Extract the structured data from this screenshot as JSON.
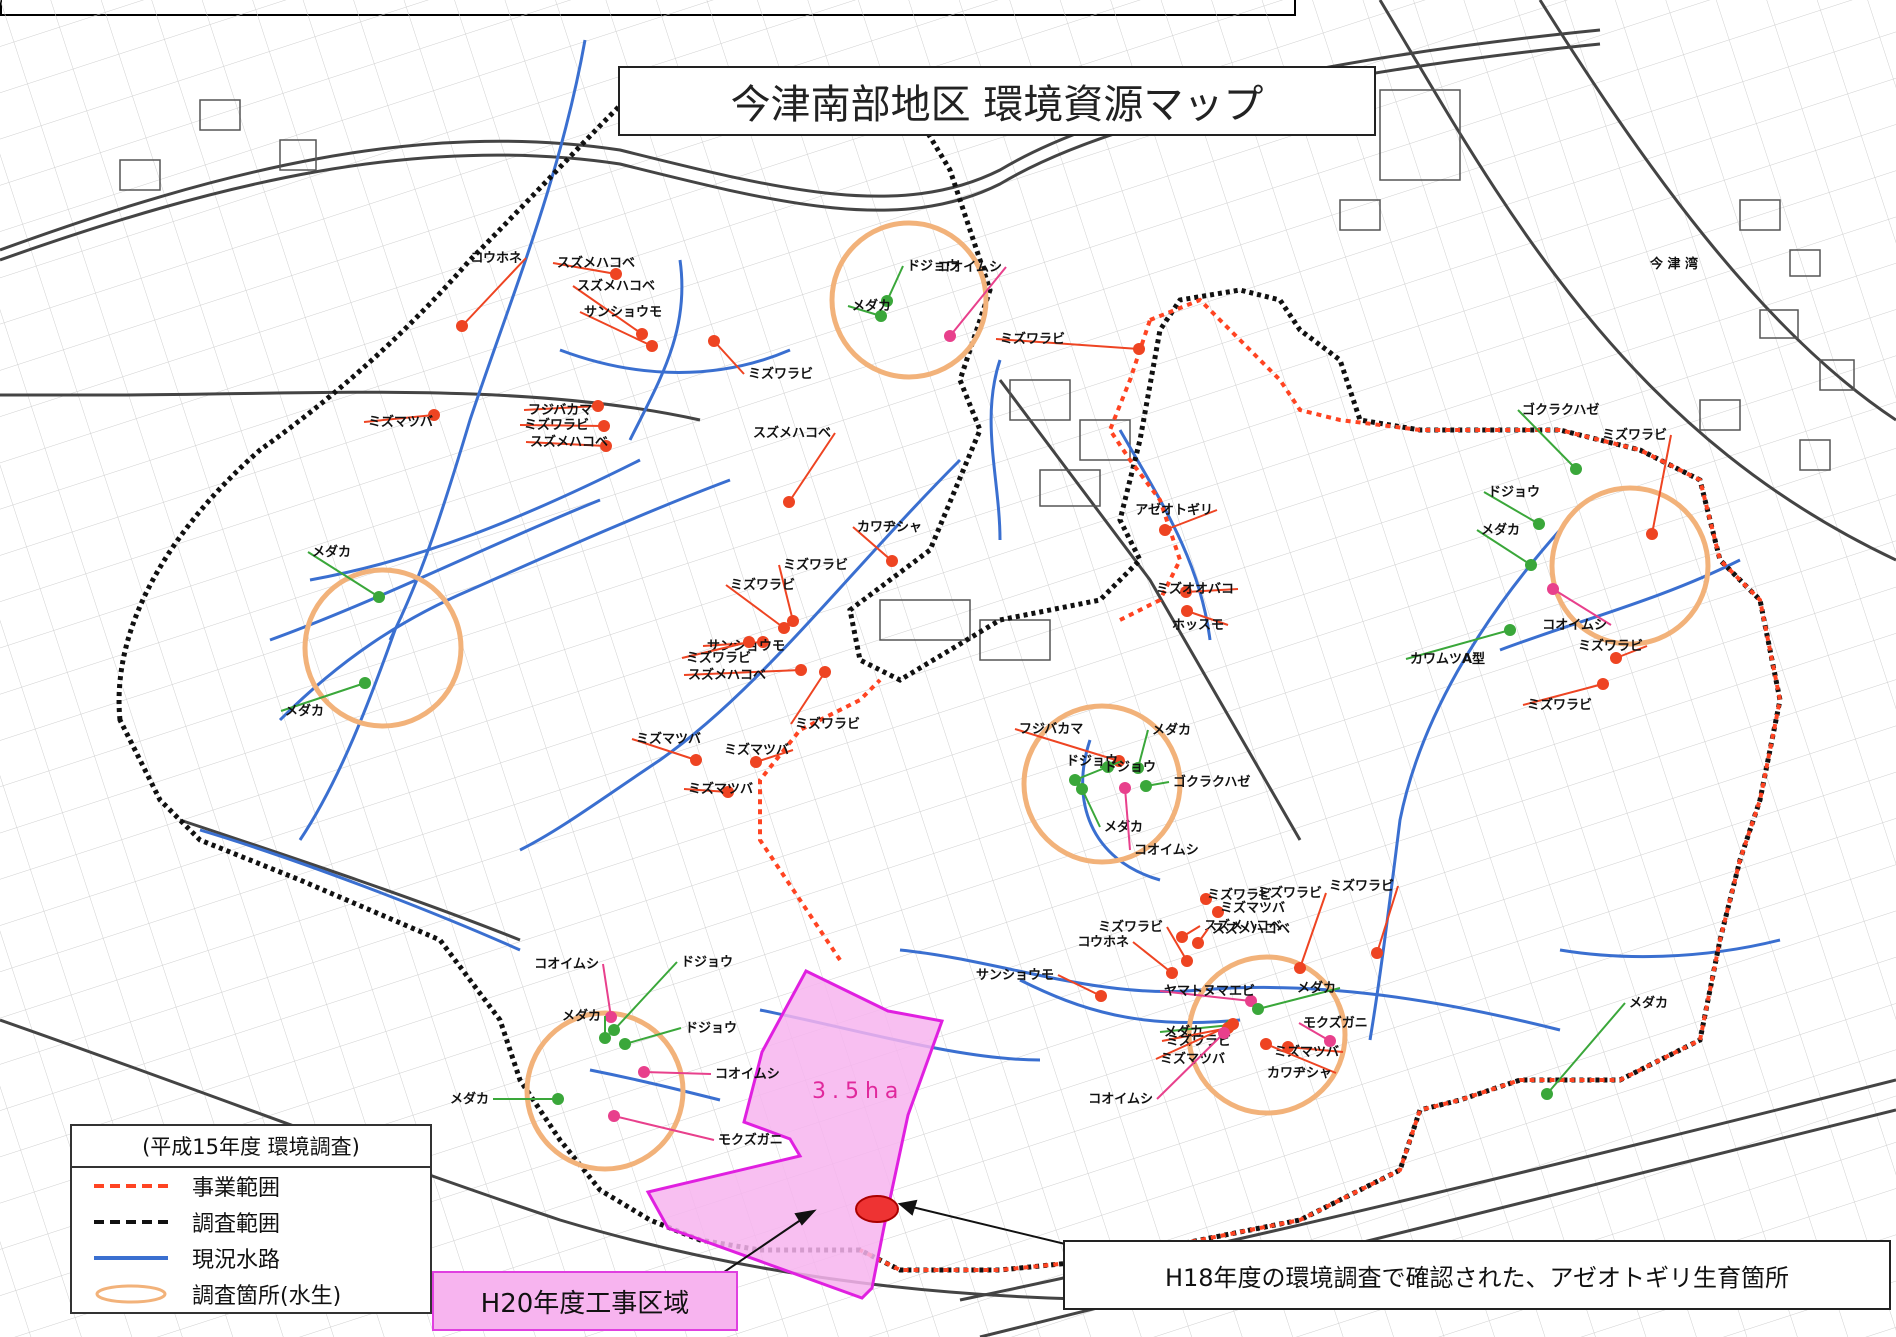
{
  "title": "今津南部地区 環境資源マップ",
  "legend": {
    "title": "(平成15年度 環境調査)",
    "items": [
      {
        "label": "事業範囲",
        "kind": "project",
        "color": "#ff4422"
      },
      {
        "label": "調査範囲",
        "kind": "survey",
        "color": "#111111"
      },
      {
        "label": "現況水路",
        "kind": "waterway",
        "color": "#3a6fd0"
      },
      {
        "label": "調査箇所(水生)",
        "kind": "site",
        "color": "#f2b27a"
      }
    ]
  },
  "area_label": "3.5ha",
  "h20_label": "H20年度工事区域",
  "h18_label": "H18年度の環境調査で確認された、アゼオトギリ生育箇所",
  "colors": {
    "plant": "#ee4422",
    "fish": "#3aa73a",
    "insect": "#e8408c",
    "site_ring": "#f2b27a"
  },
  "species": [
    {
      "name": "コウホネ",
      "type": "plant"
    },
    {
      "name": "スズメハコベ",
      "type": "plant"
    },
    {
      "name": "スズメハコベ",
      "type": "plant"
    },
    {
      "name": "サンショウモ",
      "type": "plant"
    },
    {
      "name": "ミズワラビ",
      "type": "plant"
    },
    {
      "name": "フジバカマ",
      "type": "plant"
    },
    {
      "name": "ミズワラビ",
      "type": "plant"
    },
    {
      "name": "スズメハコベ",
      "type": "plant"
    },
    {
      "name": "ミズマツバ",
      "type": "plant"
    },
    {
      "name": "ドジョウ",
      "type": "fish"
    },
    {
      "name": "メダカ",
      "type": "fish"
    },
    {
      "name": "コオイムシ",
      "type": "insect"
    },
    {
      "name": "ミズワラビ",
      "type": "plant"
    },
    {
      "name": "スズメハコベ",
      "type": "plant"
    },
    {
      "name": "カワヂシャ",
      "type": "plant"
    },
    {
      "name": "メダカ",
      "type": "fish"
    },
    {
      "name": "メダカ",
      "type": "fish"
    },
    {
      "name": "ミズワラビ",
      "type": "plant"
    },
    {
      "name": "ミズワラビ",
      "type": "plant"
    },
    {
      "name": "サンショウモ",
      "type": "plant"
    },
    {
      "name": "ミズワラビ",
      "type": "plant"
    },
    {
      "name": "スズメハコベ",
      "type": "plant"
    },
    {
      "name": "ミズマツバ",
      "type": "plant"
    },
    {
      "name": "ミズワラビ",
      "type": "plant"
    },
    {
      "name": "ミズマツバ",
      "type": "plant"
    },
    {
      "name": "ミズマツバ",
      "type": "plant"
    },
    {
      "name": "アゼオトギリ",
      "type": "plant"
    },
    {
      "name": "ミズオオバコ",
      "type": "plant"
    },
    {
      "name": "ホッスモ",
      "type": "plant"
    },
    {
      "name": "ゴクラクハゼ",
      "type": "fish"
    },
    {
      "name": "ミズワラビ",
      "type": "plant"
    },
    {
      "name": "ドジョウ",
      "type": "fish"
    },
    {
      "name": "メダカ",
      "type": "fish"
    },
    {
      "name": "コオイムシ",
      "type": "insect"
    },
    {
      "name": "ミズワラビ",
      "type": "plant"
    },
    {
      "name": "カワムツA型",
      "type": "fish"
    },
    {
      "name": "ミズワラビ",
      "type": "plant"
    },
    {
      "name": "フジバカマ",
      "type": "plant"
    },
    {
      "name": "メダカ",
      "type": "fish"
    },
    {
      "name": "ドジョウ",
      "type": "fish"
    },
    {
      "name": "ドジョウ",
      "type": "fish"
    },
    {
      "name": "ゴクラクハゼ",
      "type": "fish"
    },
    {
      "name": "メダカ",
      "type": "fish"
    },
    {
      "name": "コオイムシ",
      "type": "insect"
    },
    {
      "name": "ミズワラビ",
      "type": "plant"
    },
    {
      "name": "ミズマツバ",
      "type": "plant"
    },
    {
      "name": "スズメハコベ",
      "type": "plant"
    },
    {
      "name": "ミズワラビ",
      "type": "plant"
    },
    {
      "name": "ミズワラビ",
      "type": "plant"
    },
    {
      "name": "スズメハコベ",
      "type": "plant"
    },
    {
      "name": "コウホネ",
      "type": "plant"
    },
    {
      "name": "ミズワラビ",
      "type": "plant"
    },
    {
      "name": "サンショウモ",
      "type": "plant"
    },
    {
      "name": "ヤマトヌマエビ",
      "type": "insect"
    },
    {
      "name": "メダカ",
      "type": "fish"
    },
    {
      "name": "モクズガニ",
      "type": "insect"
    },
    {
      "name": "ミズワラビ",
      "type": "plant"
    },
    {
      "name": "ミズマツバ",
      "type": "plant"
    },
    {
      "name": "メダカ",
      "type": "fish"
    },
    {
      "name": "ミズマツバ",
      "type": "plant"
    },
    {
      "name": "カワヂシャ",
      "type": "plant"
    },
    {
      "name": "コオイムシ",
      "type": "insect"
    },
    {
      "name": "メダカ",
      "type": "fish"
    },
    {
      "name": "コオイムシ",
      "type": "insect"
    },
    {
      "name": "ドジョウ",
      "type": "fish"
    },
    {
      "name": "メダカ",
      "type": "fish"
    },
    {
      "name": "ドジョウ",
      "type": "fish"
    },
    {
      "name": "コオイムシ",
      "type": "insect"
    },
    {
      "name": "メダカ",
      "type": "fish"
    },
    {
      "name": "モクズガニ",
      "type": "insect"
    }
  ]
}
